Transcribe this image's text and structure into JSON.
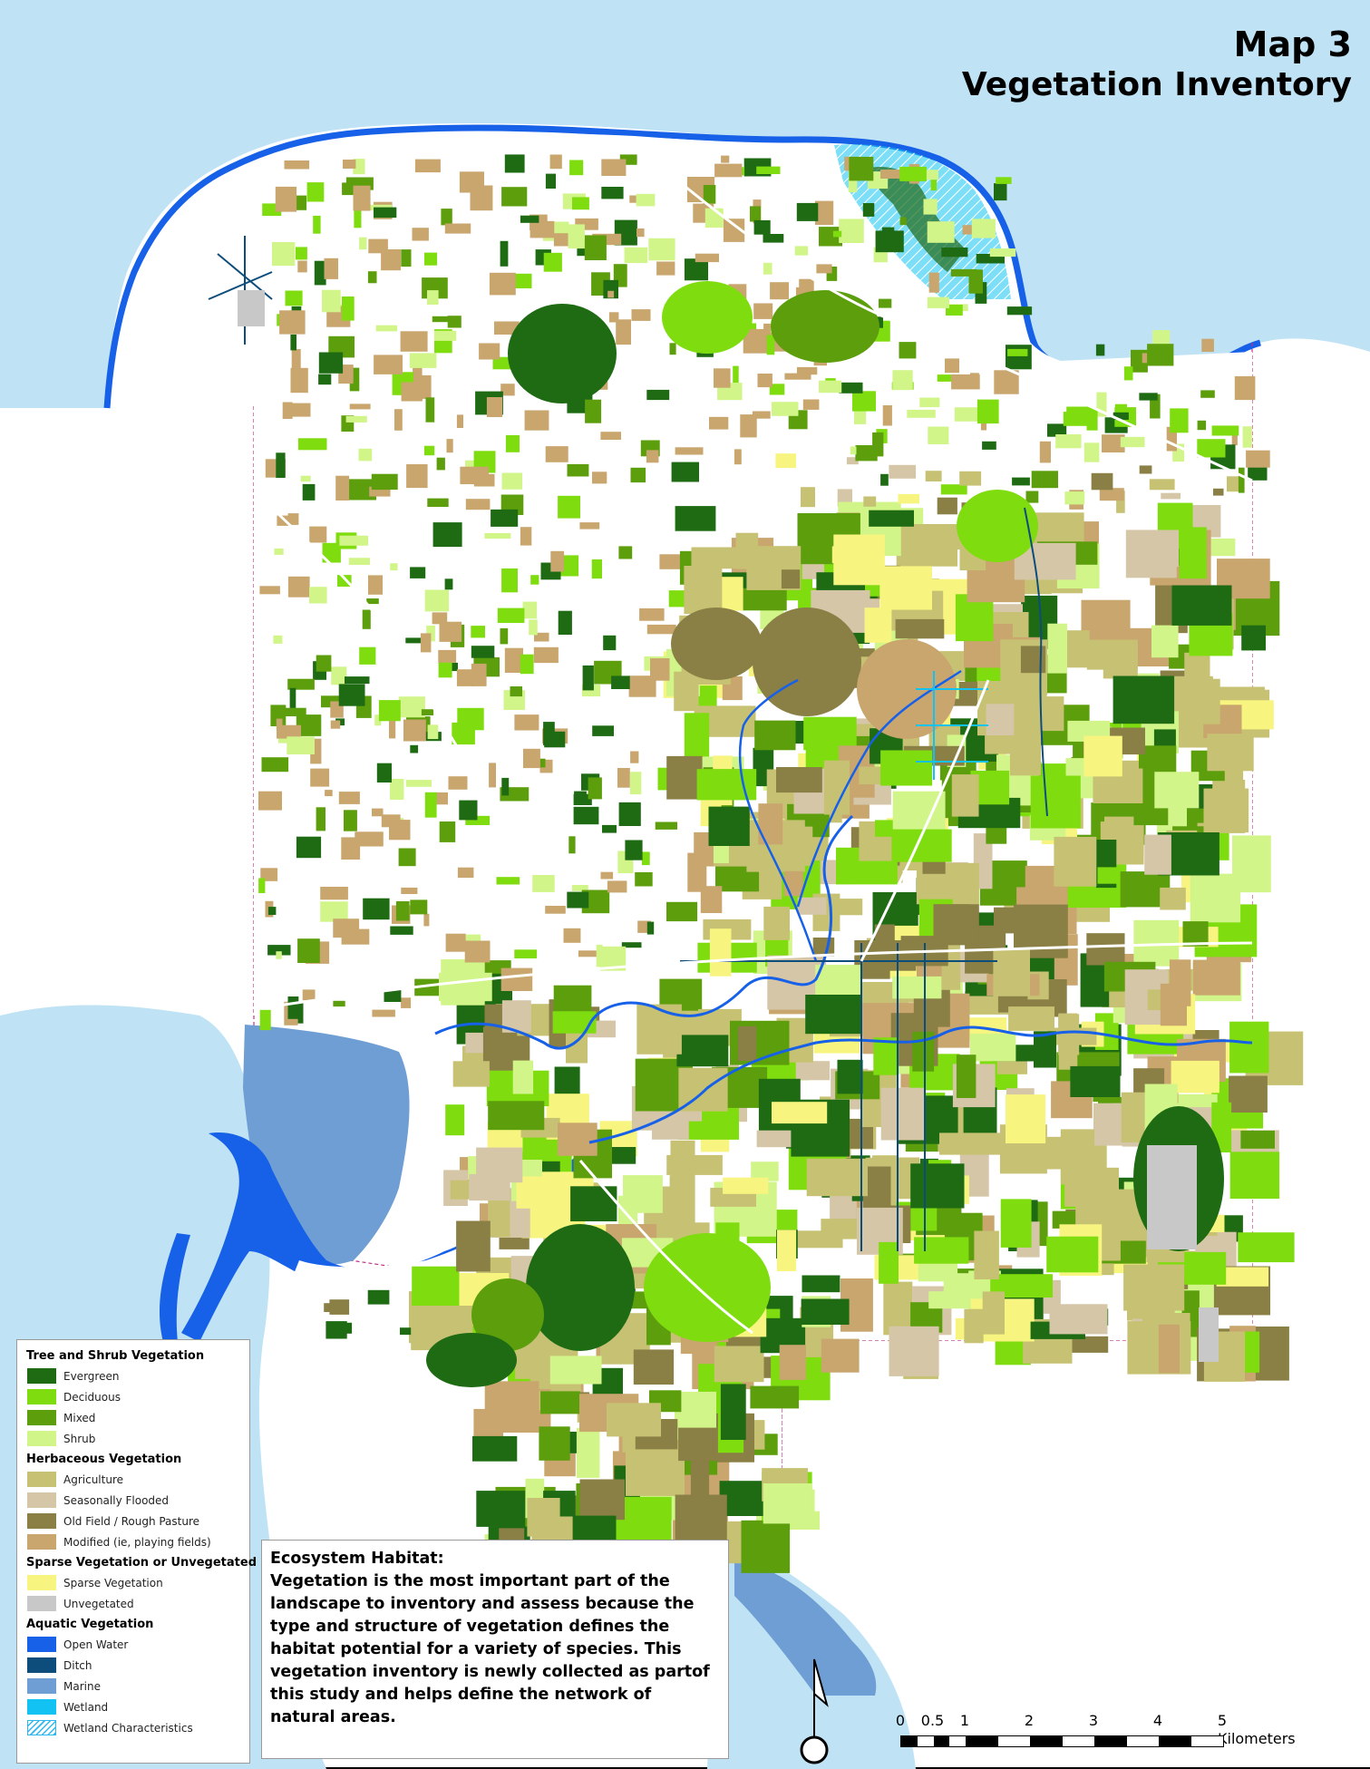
{
  "title": {
    "line1": "Map 3",
    "line2": "Vegetation Inventory"
  },
  "colors": {
    "water": "#bfe3f5",
    "open_water": "#1760e8",
    "ditch": "#0d4d7c",
    "marine": "#6e9ed3",
    "wetland": "#12c2f2",
    "evergreen": "#1e6b14",
    "deciduous": "#7fdc0f",
    "mixed": "#5c9e0c",
    "shrub": "#d2f58a",
    "agriculture": "#c7c273",
    "seasonally_flooded": "#d6c6a8",
    "old_field": "#8a7f45",
    "modified": "#c8a66e",
    "sparse": "#f7f57f",
    "unvegetated": "#c8c8c8",
    "boundary": "#c0308a"
  },
  "legend": {
    "groups": [
      {
        "title": "Tree and Shrub Vegetation",
        "items": [
          {
            "label": "Evergreen",
            "color": "#1e6b14"
          },
          {
            "label": "Deciduous",
            "color": "#7fdc0f"
          },
          {
            "label": "Mixed",
            "color": "#5c9e0c"
          },
          {
            "label": "Shrub",
            "color": "#d2f58a"
          }
        ]
      },
      {
        "title": "Herbaceous Vegetation",
        "items": [
          {
            "label": "Agriculture",
            "color": "#c7c273"
          },
          {
            "label": "Seasonally Flooded",
            "color": "#d6c6a8"
          },
          {
            "label": "Old Field / Rough Pasture",
            "color": "#8a7f45"
          },
          {
            "label": "Modified (ie, playing fields)",
            "color": "#c8a66e"
          }
        ]
      },
      {
        "title": "Sparse Vegetation or Unvegetated",
        "items": [
          {
            "label": "Sparse Vegetation",
            "color": "#f7f57f"
          },
          {
            "label": "Unvegetated",
            "color": "#c8c8c8"
          }
        ]
      },
      {
        "title": "Aquatic Vegetation",
        "items": [
          {
            "label": "Open Water",
            "color": "#1760e8"
          },
          {
            "label": "Ditch",
            "color": "#0d4d7c"
          },
          {
            "label": "Marine",
            "color": "#6e9ed3"
          },
          {
            "label": "Wetland",
            "color": "#12c2f2"
          },
          {
            "label": "Wetland Characteristics",
            "color": "hatch"
          }
        ]
      }
    ]
  },
  "habitat_box": {
    "title": "Ecosystem Habitat:",
    "body": "Vegetation is the most important part of the landscape to inventory and assess because the type and structure of vegetation defines the habitat potential for a variety of species. This vegetation inventory is newly collected as partof this study and helps define the network of natural areas."
  },
  "scale_bar": {
    "ticks": [
      "0",
      "0.5",
      "1",
      "2",
      "3",
      "4",
      "5"
    ],
    "unit": "Kilometers"
  }
}
